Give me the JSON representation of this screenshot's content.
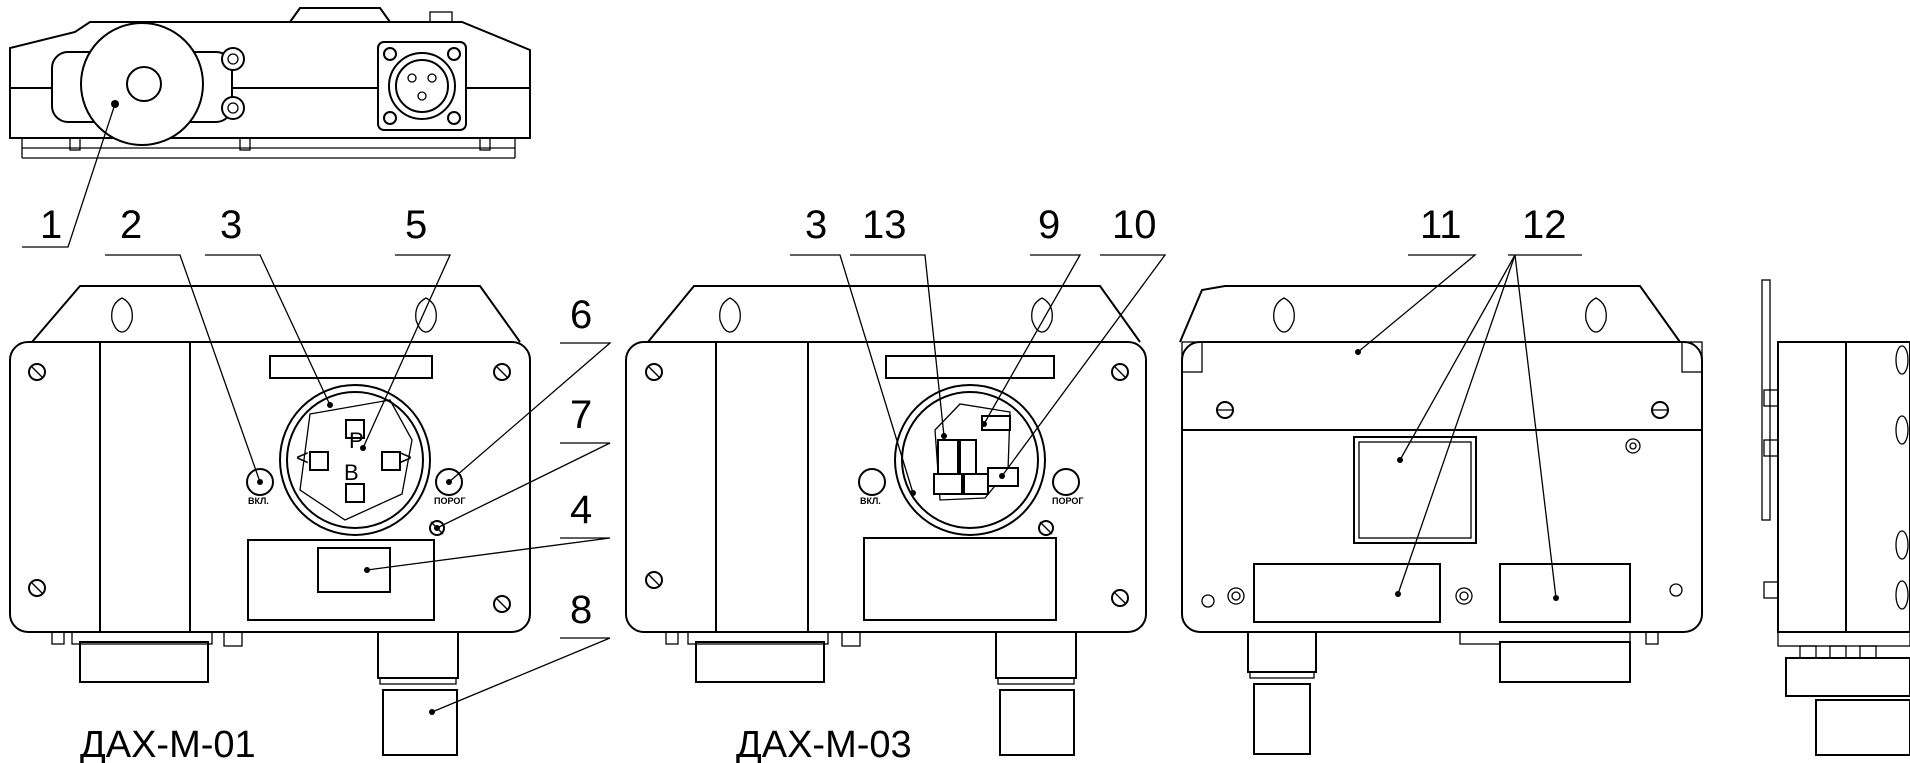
{
  "callouts": [
    "1",
    "2",
    "3",
    "5",
    "6",
    "7",
    "4",
    "8",
    "3",
    "13",
    "9",
    "10",
    "11",
    "12"
  ],
  "models": [
    "ДАХ-М-01",
    "ДАХ-М-03"
  ],
  "button_labels": [
    "ВКЛ.",
    "ПОРОГ",
    "ВКЛ.",
    "ПОРОГ"
  ],
  "display_letters": [
    "Р",
    "В",
    "<",
    ">"
  ]
}
